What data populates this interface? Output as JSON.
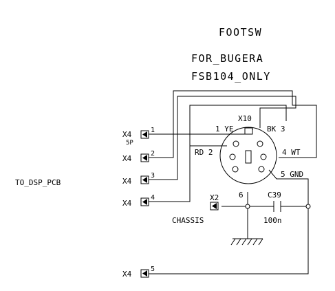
{
  "title_lines": [
    "FOOTSW",
    "FOR_BUGERA",
    "FSB104_ONLY"
  ],
  "side_label": "TO_DSP_PCB",
  "connector_x4": {
    "ref": "X4",
    "sub_label": "5P",
    "pins": [
      "1",
      "2",
      "3",
      "4",
      "5"
    ]
  },
  "din_socket": {
    "ref": "X10",
    "pin_labels": {
      "p1": "1 YE",
      "p3": "BK 3",
      "p2": "RD 2",
      "p4": "4 WT",
      "p5": "5 GND",
      "p6": "6"
    }
  },
  "chassis": {
    "ref": "X2",
    "label": "CHASSIS"
  },
  "capacitor": {
    "ref": "C39",
    "value": "100n"
  }
}
